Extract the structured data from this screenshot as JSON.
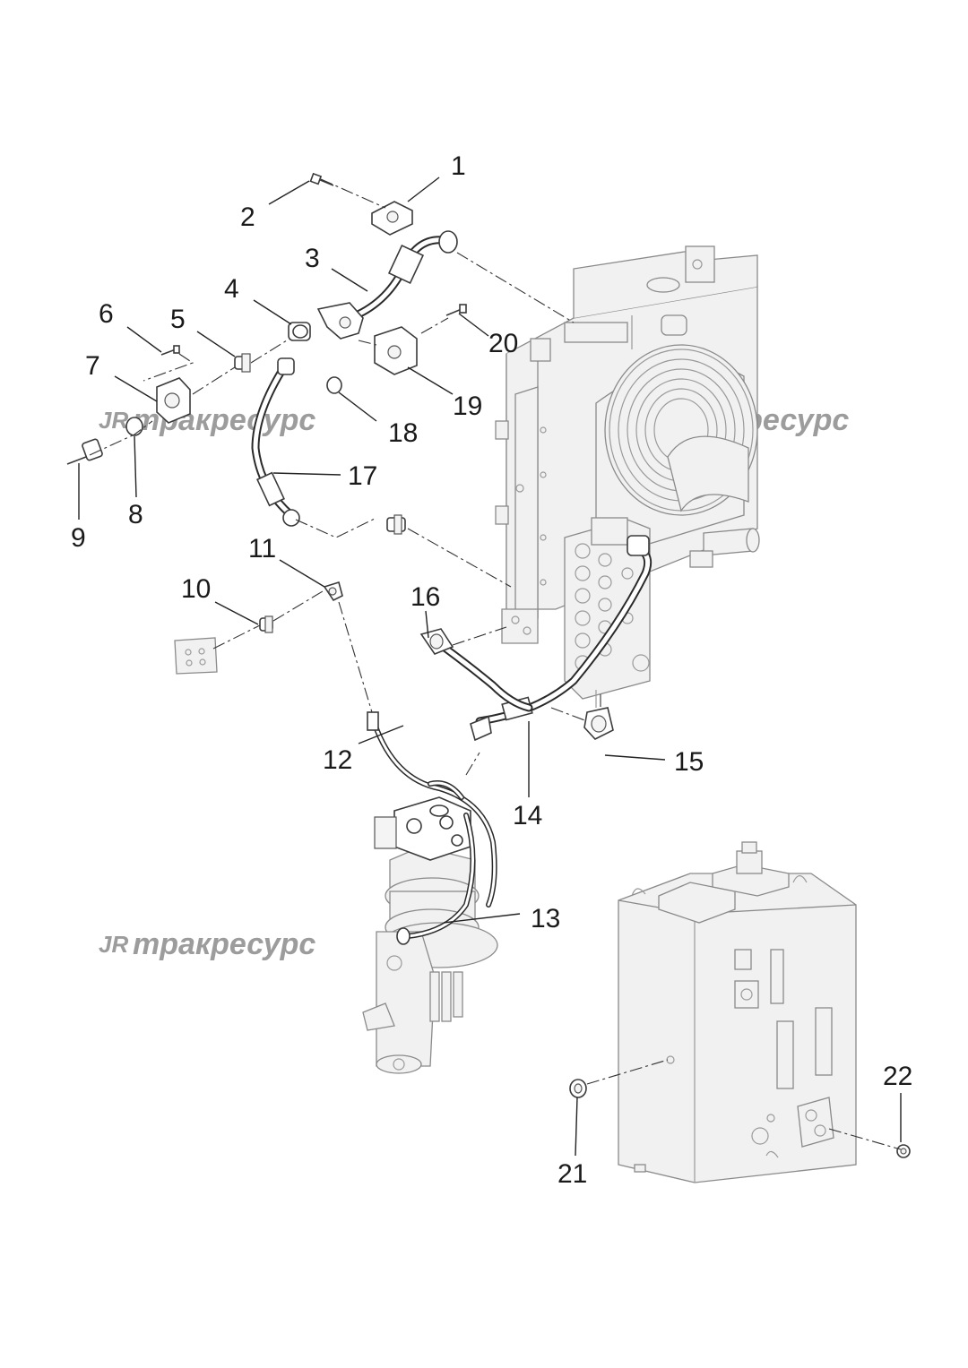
{
  "watermark": {
    "logo": "JR",
    "text": "тракресурс"
  },
  "callouts": [
    {
      "id": "1",
      "label": "1"
    },
    {
      "id": "2",
      "label": "2"
    },
    {
      "id": "3",
      "label": "3"
    },
    {
      "id": "4",
      "label": "4"
    },
    {
      "id": "5",
      "label": "5"
    },
    {
      "id": "6",
      "label": "6"
    },
    {
      "id": "7",
      "label": "7"
    },
    {
      "id": "8",
      "label": "8"
    },
    {
      "id": "9",
      "label": "9"
    },
    {
      "id": "10",
      "label": "10"
    },
    {
      "id": "11",
      "label": "11"
    },
    {
      "id": "12",
      "label": "12"
    },
    {
      "id": "13",
      "label": "13"
    },
    {
      "id": "14",
      "label": "14"
    },
    {
      "id": "15",
      "label": "15"
    },
    {
      "id": "16",
      "label": "16"
    },
    {
      "id": "17",
      "label": "17"
    },
    {
      "id": "18",
      "label": "18"
    },
    {
      "id": "19",
      "label": "19"
    },
    {
      "id": "20",
      "label": "20"
    },
    {
      "id": "21",
      "label": "21"
    },
    {
      "id": "22",
      "label": "22"
    }
  ]
}
